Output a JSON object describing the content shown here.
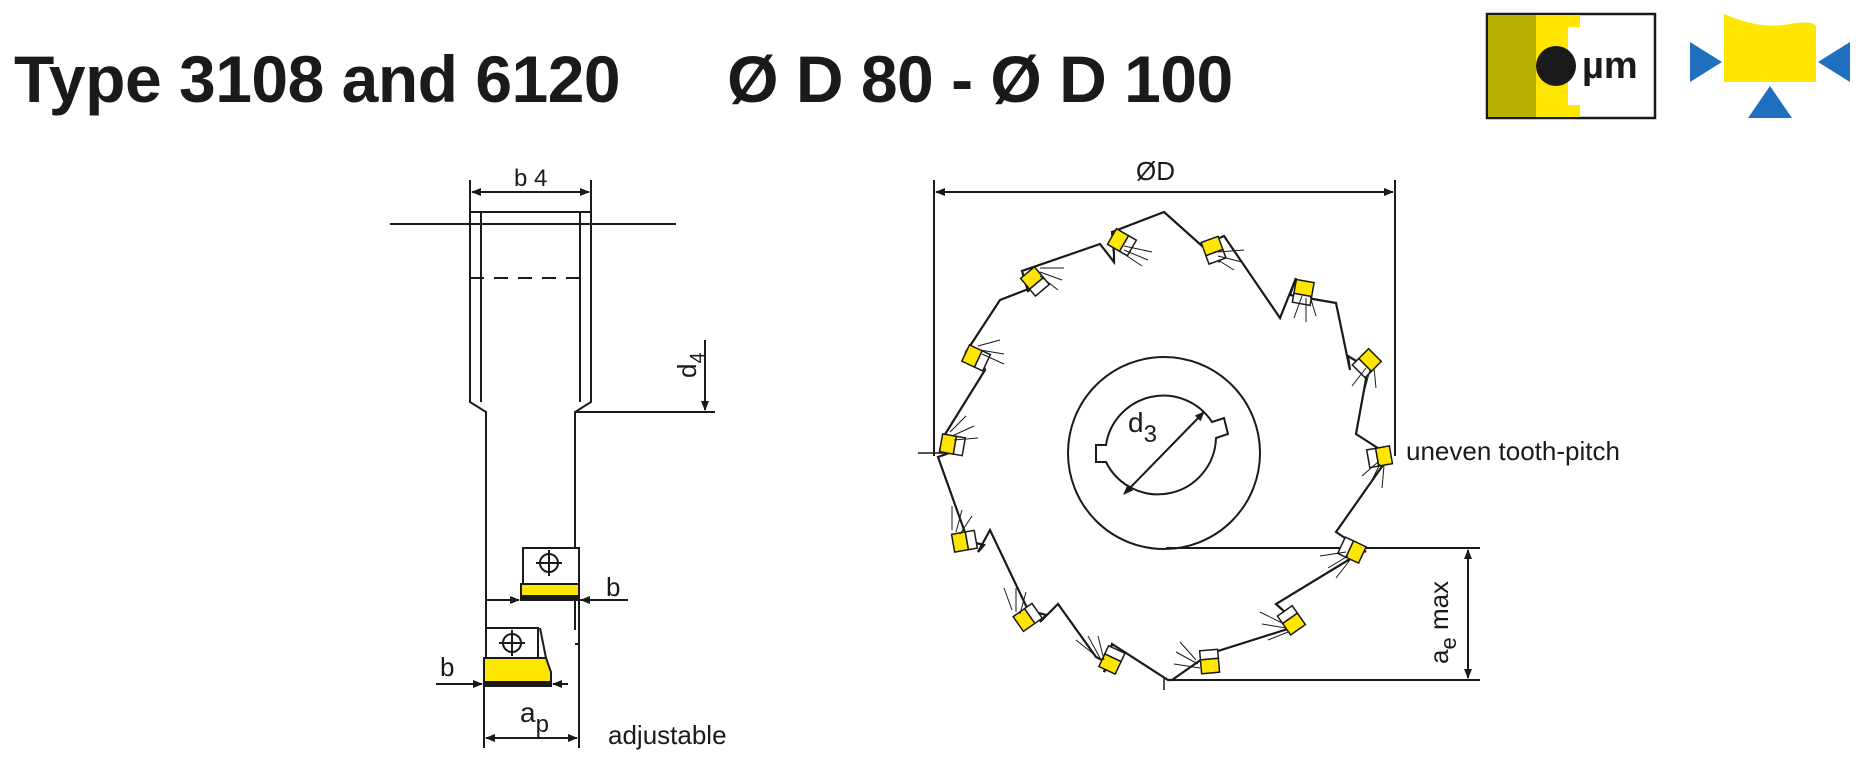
{
  "title": {
    "type_text": "Type 3108 and 6120",
    "diameter_range": "Ø D 80 - Ø D 100"
  },
  "side_view": {
    "width_label": "b 4",
    "bore_label": "d",
    "bore_subscript": "4",
    "insert_width_label_upper": "b",
    "insert_width_label_lower": "b",
    "depth_label": "a",
    "depth_subscript": "p",
    "adjustable_note": "adjustable"
  },
  "front_view": {
    "diameter_label": "ØD",
    "hub_label": "d",
    "hub_subscript": "3",
    "pitch_note": "uneven tooth-pitch",
    "engagement_label": "a",
    "engagement_subscript": "e",
    "engagement_suffix": " max"
  },
  "icons": {
    "quality_text": "µm",
    "quality_icon": "micrometer-precision-icon",
    "adjust_icon": "adjustment-wedge-icon"
  },
  "colors": {
    "insert_yellow": "#ffe600",
    "olive": "#b8b000",
    "arrow_blue": "#1f6fbf",
    "line": "#1a1a1a"
  }
}
